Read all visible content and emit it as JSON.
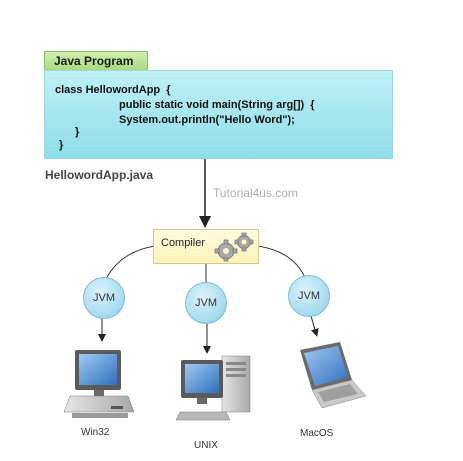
{
  "program": {
    "tab_label": "Java Program",
    "code_lines": [
      "class HellowordApp  {",
      "public static void main(String arg[])  {",
      "System.out.println(\"Hello Word\");",
      "}",
      "}"
    ],
    "filename": "HellowordApp.java"
  },
  "watermark": "Tutorial4us.com",
  "compiler": {
    "label": "Compiler",
    "icon": "gears-icon"
  },
  "jvms": [
    {
      "label": "JVM"
    },
    {
      "label": "JVM"
    },
    {
      "label": "JVM"
    }
  ],
  "platforms": [
    {
      "label": "Win32",
      "icon": "desktop-computer-icon"
    },
    {
      "label": "UNIX",
      "icon": "workstation-tower-icon"
    },
    {
      "label": "MacOS",
      "icon": "laptop-icon"
    }
  ],
  "colors": {
    "tab_green": "#a9dc7d",
    "code_cyan": "#8fdde9",
    "compiler_yellow": "#fff3b8",
    "jvm_blue": "#a7dcf0"
  }
}
